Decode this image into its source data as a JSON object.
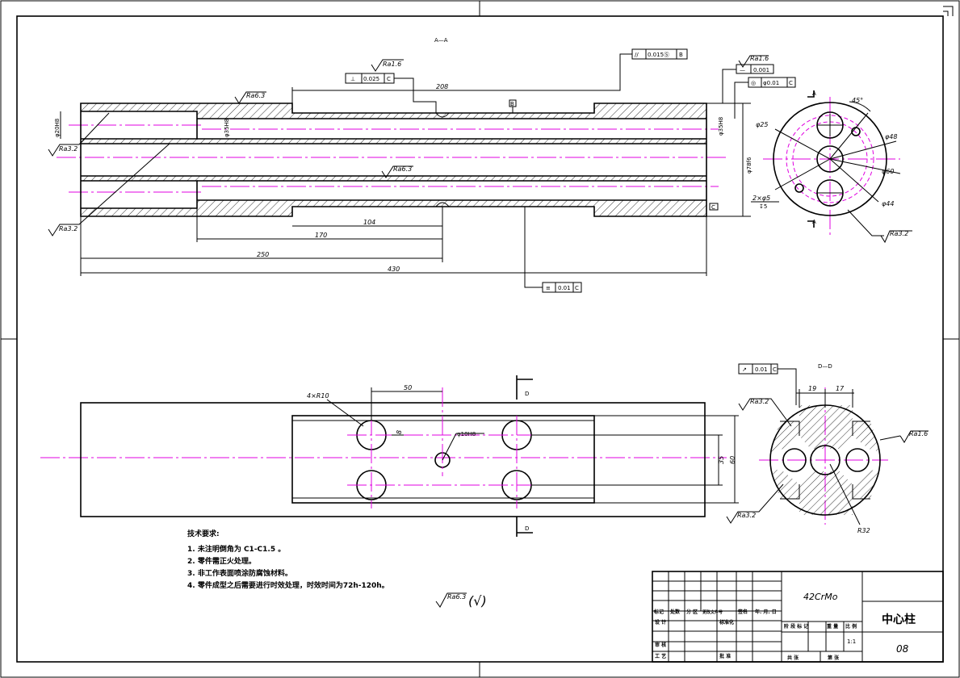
{
  "drawing": {
    "section_aa": "A—A",
    "section_dd": "D—D",
    "view_a": "A",
    "view_d": "D",
    "dims": {
      "d208": "208",
      "d104": "104",
      "d170": "170",
      "d250": "250",
      "d430": "430",
      "d50": "50",
      "d35": "35",
      "d60": "60",
      "d19": "19",
      "d17": "17",
      "d8": "8",
      "phi20": "φ20H8",
      "phi25": "φ25",
      "phi48": "φ48",
      "phi60": "φ60",
      "phi44": "φ44",
      "phi78": "φ78f6",
      "phi35": "φ35H8",
      "phi_small": "φ35H8",
      "phi10": "φ10H8",
      "twoxphi5": "2×φ5",
      "four_r10": "4×R10",
      "r32": "R32",
      "angle45": "45°",
      "depth5": "↧5"
    },
    "roughness": {
      "ra16_a": "Ra1.6",
      "ra63_top": "Ra6.3",
      "ra32_left1": "Ra3.2",
      "ra63_mid": "Ra6.3",
      "ra32_left2": "Ra3.2",
      "ra16_b": "Ra1.6",
      "ra32_circle": "Ra3.2",
      "ra32_dd1": "Ra3.2",
      "ra16_dd": "Ra1.6",
      "ra32_dd2": "Ra3.2",
      "general": "Ra6.3",
      "general_suffix": "(√)"
    },
    "tolerances": {
      "perp": {
        "symbol": "⊥",
        "value": "0.025",
        "datum": "C"
      },
      "parallel": {
        "symbol": "//",
        "value": "0.015Ⓢ",
        "datum": "B"
      },
      "flatness": {
        "symbol": "—",
        "value": "0.001"
      },
      "concentric": {
        "symbol": "◎",
        "value": "φ0.01",
        "datum": "C"
      },
      "symmetry": {
        "symbol": "≡",
        "value": "0.01",
        "datum": "C"
      },
      "runout": {
        "symbol": "↗",
        "value": "0.01",
        "datum": "C"
      },
      "datum_b": "B",
      "datum_c": "C"
    }
  },
  "notes": {
    "title": "技术要求:",
    "items": [
      "1. 未注明倒角为 C1-C1.5 。",
      "2. 零件需正火处理。",
      "3. 非工作表面喷涂防腐蚀材料。",
      "4. 零件成型之后需要进行时效处理，时效时间为72h-120h。"
    ]
  },
  "title_block": {
    "material": "42CrMo",
    "part_name": "中心柱",
    "drawing_no": "08",
    "scale": "1:1",
    "headers": [
      "标记",
      "处数",
      "分 区",
      "更改文件号",
      "签名",
      "年. 月. 日"
    ],
    "design": "设 计",
    "standard": "标准化",
    "review": "审 核",
    "process": "工 艺",
    "approve": "批 准",
    "stage": [
      "阶 段 标 记",
      "重 量",
      "比 例"
    ],
    "sheets": [
      "共  张",
      "第  张"
    ]
  }
}
